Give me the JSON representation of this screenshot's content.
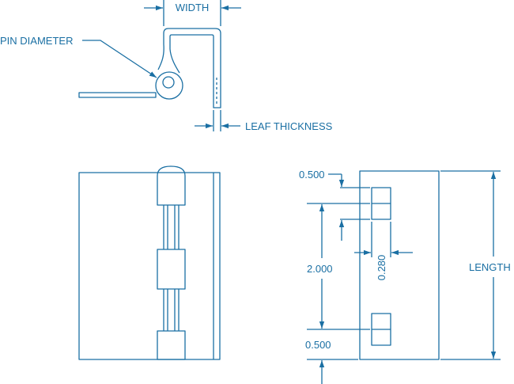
{
  "theme": {
    "ink": "#1a6fa3",
    "background": "#ffffff"
  },
  "labels": {
    "width": "WIDTH",
    "pin_diameter": "PIN DIAMETER",
    "leaf_thickness": "LEAF THICKNESS",
    "length": "LENGTH"
  },
  "dimensions": {
    "top_offset": "0.500",
    "hole_spacing": "2.000",
    "bottom_offset": "0.500",
    "hole_width": "0.280"
  }
}
